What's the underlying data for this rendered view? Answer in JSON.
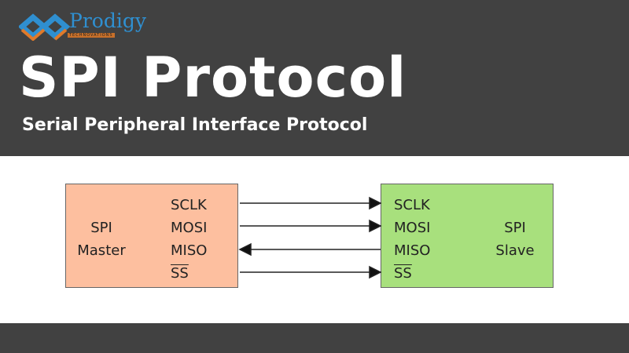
{
  "logo": {
    "name": "Prodigy",
    "tagline": "TECHNOVATIONS"
  },
  "header": {
    "title": "SPI Protocol",
    "subtitle": "Serial Peripheral Interface Protocol"
  },
  "diagram": {
    "master": {
      "line1": "SPI",
      "line2": "Master"
    },
    "slave": {
      "line1": "SPI",
      "line2": "Slave"
    },
    "pins": [
      "SCLK",
      "MOSI",
      "MISO",
      "SS"
    ],
    "arrow_directions": [
      "master-to-slave",
      "master-to-slave",
      "slave-to-master",
      "master-to-slave"
    ]
  }
}
